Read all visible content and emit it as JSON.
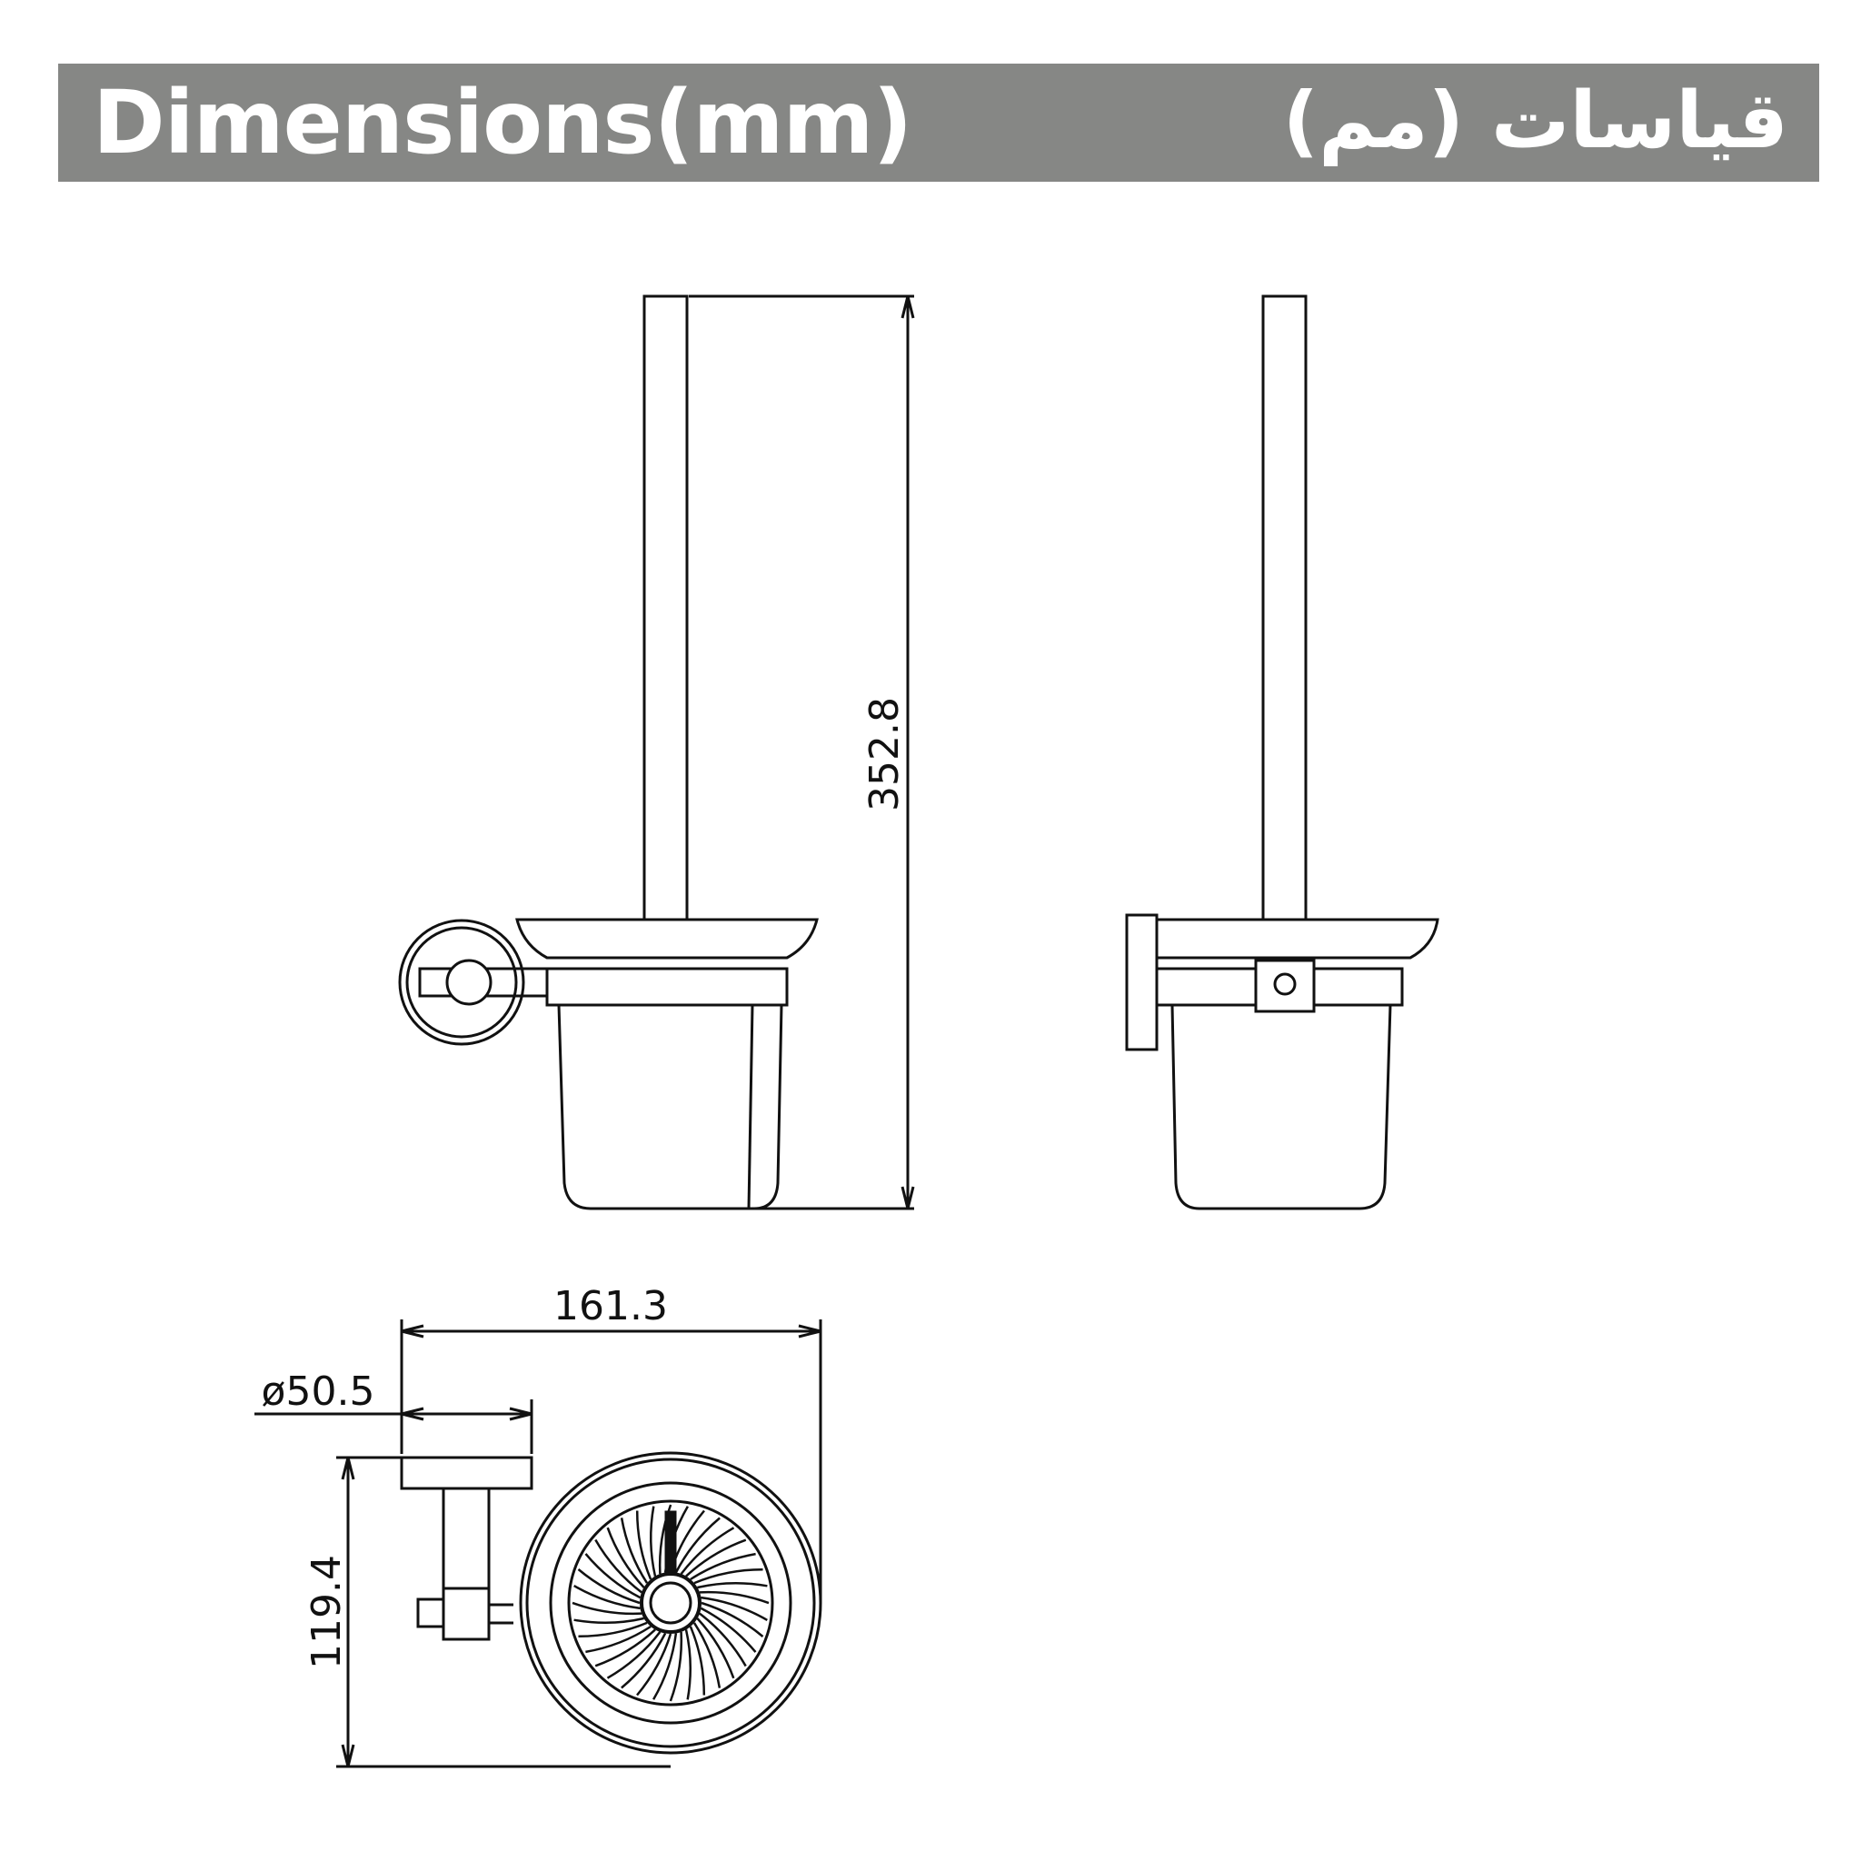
{
  "header": {
    "title_en": "Dimensions(mm)",
    "title_ar": "قياسات (مم)"
  },
  "dimensions": {
    "height": "352.8",
    "width": "161.3",
    "diameter": "ø50.5",
    "depth": "119.4"
  },
  "colors": {
    "banner": "#868785",
    "line": "#111111"
  }
}
